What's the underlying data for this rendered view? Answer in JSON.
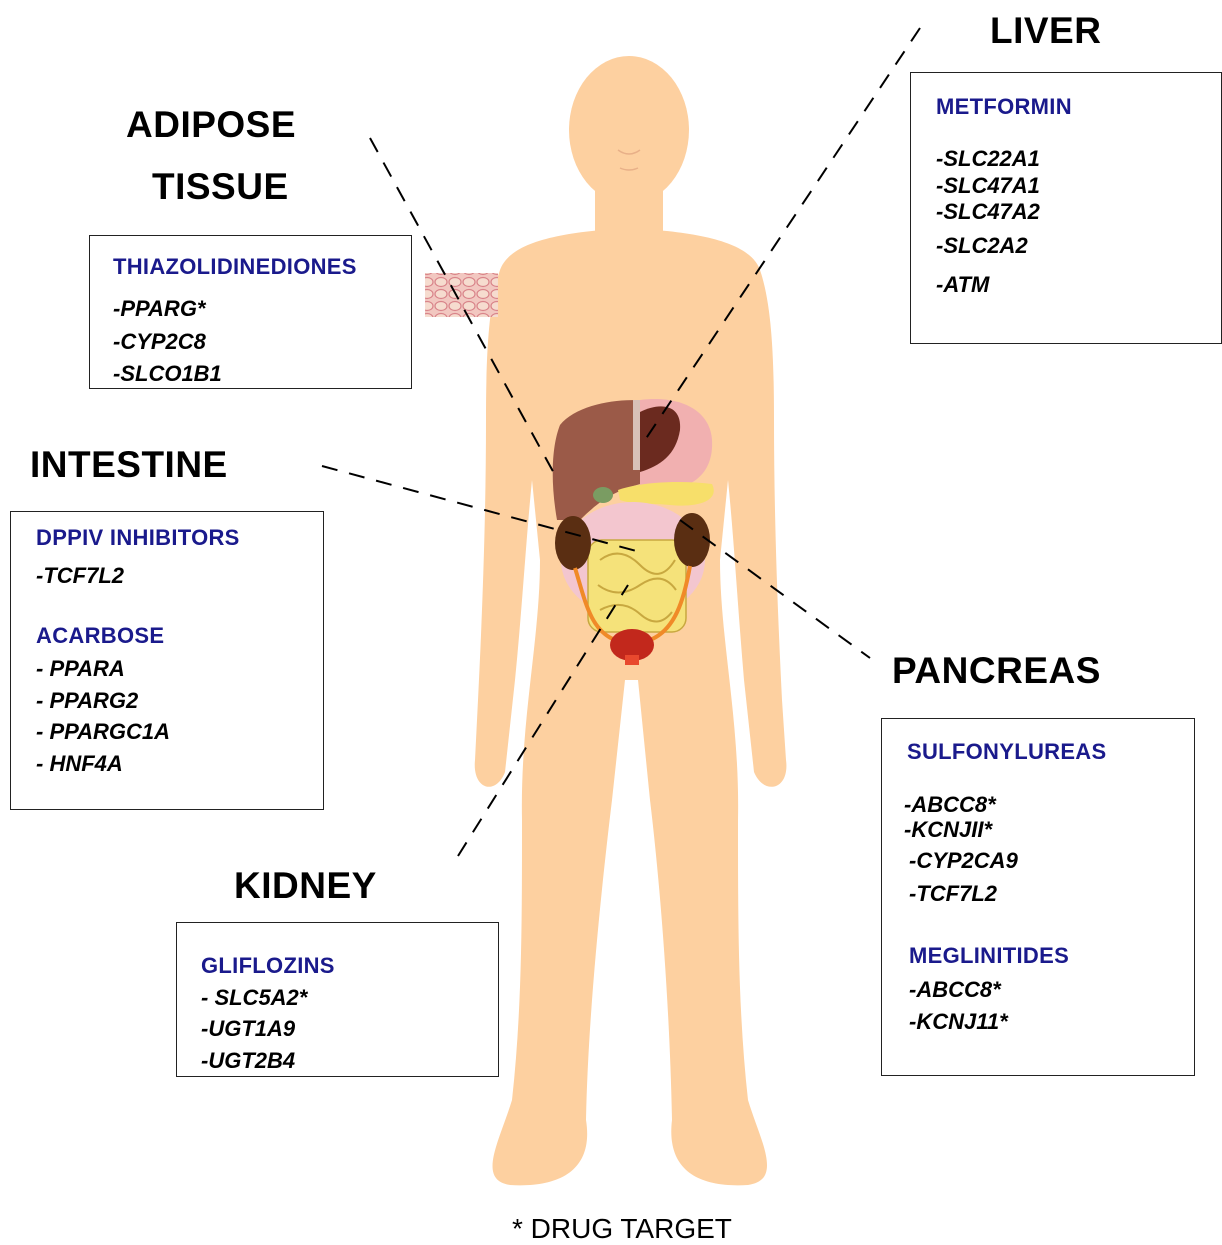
{
  "organs": {
    "adipose": {
      "title_line1": "ADIPOSE",
      "title_line2": "TISSUE",
      "drugs": [
        {
          "name": "THIAZOLIDINEDIONES",
          "genes": [
            "-PPARG*",
            "-CYP2C8",
            "-SLCO1B1"
          ]
        }
      ]
    },
    "liver": {
      "title": "LIVER",
      "drugs": [
        {
          "name": "METFORMIN",
          "genes": [
            "-SLC22A1",
            "-SLC47A1",
            "-SLC47A2",
            "-SLC2A2",
            "-ATM"
          ]
        }
      ]
    },
    "intestine": {
      "title": "INTESTINE",
      "drugs": [
        {
          "name": "DPPIV INHIBITORS",
          "genes": [
            "-TCF7L2"
          ]
        },
        {
          "name": "ACARBOSE",
          "genes": [
            "- PPARA",
            "- PPARG2",
            "- PPARGC1A",
            "- HNF4A"
          ]
        }
      ]
    },
    "pancreas": {
      "title": "PANCREAS",
      "drugs": [
        {
          "name": "SULFONYLUREAS",
          "genes": [
            "-ABCC8*",
            "-KCNJII*",
            "-CYP2CA9",
            "-TCF7L2"
          ]
        },
        {
          "name": "MEGLINITIDES",
          "genes": [
            "-ABCC8*",
            "-KCNJ11*"
          ]
        }
      ]
    },
    "kidney": {
      "title": "KIDNEY",
      "drugs": [
        {
          "name": "GLIFLOZINS",
          "genes": [
            "- SLC5A2*",
            "-UGT1A9",
            "-UGT2B4"
          ]
        }
      ]
    }
  },
  "footnote": "* DRUG TARGET",
  "colors": {
    "skin": "#fdd0a0",
    "drug_label": "#1a1a8c",
    "liver": "#9b5a48",
    "stomach": "#f1b0b0",
    "spleen": "#6b2a1f",
    "kidney": "#5a2e12",
    "intestine": "#f5e27a",
    "colon": "#f3c6cf",
    "bladder": "#c2281c",
    "ureter": "#f08a28"
  }
}
